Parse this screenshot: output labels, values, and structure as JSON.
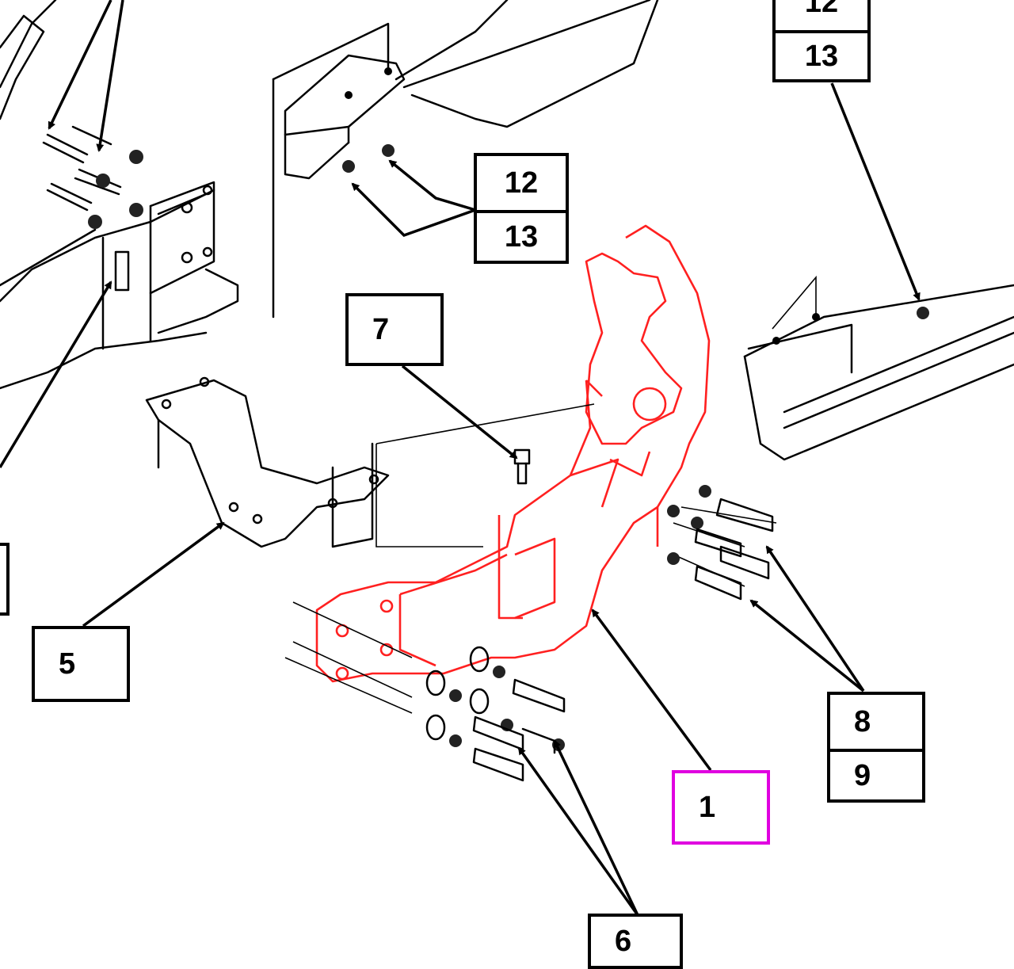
{
  "callouts": {
    "c12_13_top": {
      "top": "12",
      "bottom": "13"
    },
    "c12_13_right": {
      "top": "12",
      "bottom": "13"
    },
    "c7": "7",
    "c5": "5",
    "c1": "1",
    "c8_9": {
      "top": "8",
      "bottom": "9"
    },
    "c6": "6"
  },
  "colors": {
    "highlight_part": "#ff2020",
    "selected_callout": "#e000e0"
  }
}
